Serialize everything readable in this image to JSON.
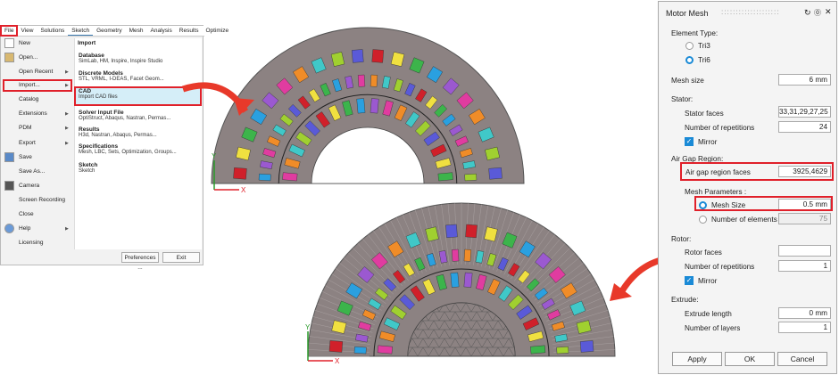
{
  "menu": {
    "tabs": [
      "File",
      "View",
      "Solutions",
      "Sketch",
      "Geometry",
      "Mesh",
      "Analysis",
      "Results",
      "Optimize"
    ],
    "items": [
      {
        "label": "New",
        "icon": "new-file-icon"
      },
      {
        "label": "Open...",
        "icon": "folder-icon"
      },
      {
        "label": "Open Recent",
        "sub": true
      },
      {
        "label": "Import...",
        "sub": true
      },
      {
        "label": "Catalog"
      },
      {
        "label": "Extensions",
        "sub": true
      },
      {
        "label": "PDM",
        "sub": true
      },
      {
        "label": "Export",
        "sub": true
      },
      {
        "label": "Save",
        "icon": "save-icon"
      },
      {
        "label": "Save As..."
      },
      {
        "label": "Camera",
        "icon": "camera-icon"
      },
      {
        "label": "Screen Recording"
      },
      {
        "label": "Close"
      },
      {
        "label": "Help",
        "sub": true,
        "icon": "help-icon"
      },
      {
        "label": "Licensing"
      }
    ],
    "submenu_title": "Import",
    "submenu": [
      {
        "title": "Database",
        "desc": "SimLab, HM, Inspire, Inspire Studio"
      },
      {
        "title": "Discrete Models",
        "desc": "STL, VRML, I-DEAS, Facet Geom..."
      },
      {
        "title": "CAD",
        "desc": "Import CAD files"
      },
      {
        "title": "Solver Input File",
        "desc": "OptiStruct, Abaqus, Nastran, Permas..."
      },
      {
        "title": "Results",
        "desc": "H3d, Nastran, Abaqus, Permas..."
      },
      {
        "title": "Specifications",
        "desc": "Mesh, LBC, Sets, Optimization, Groups..."
      },
      {
        "title": "Sketch",
        "desc": "Sketch"
      }
    ],
    "preferences": "Preferences ...",
    "exit": "Exit"
  },
  "axes": {
    "x": "X",
    "y": "Y"
  },
  "colors": {
    "highlight": "#e0202a",
    "accent": "#1a8ad6",
    "steel": "#8c8282",
    "slots": [
      "#d0202a",
      "#f0e040",
      "#3cb44b",
      "#2aa0e0",
      "#9b59d0",
      "#e03ca0",
      "#f08c28",
      "#40c8c8",
      "#a0d030",
      "#5a5ad8"
    ]
  },
  "panel": {
    "title": "Motor Mesh",
    "element_type_label": "Element Type:",
    "tri3": "Tri3",
    "tri6": "Tri6",
    "mesh_size_label": "Mesh size",
    "mesh_size": "6 mm",
    "stator_label": "Stator:",
    "stator_faces_label": "Stator faces",
    "stator_faces": "33,31,29,27,25",
    "stator_reps_label": "Number of repetitions",
    "stator_reps": "24",
    "mirror": "Mirror",
    "airgap_label": "Air Gap Region:",
    "airgap_faces_label": "Air gap region faces",
    "airgap_faces": "3925,4629",
    "mesh_params_label": "Mesh Parameters :",
    "mesh_size_opt": "Mesh Size",
    "mesh_size_val": "0.5 mm",
    "num_elements_opt": "Number of elements",
    "num_elements_val": "75",
    "rotor_label": "Rotor:",
    "rotor_faces_label": "Rotor faces",
    "rotor_faces": "",
    "rotor_reps_label": "Number of repetitions",
    "rotor_reps": "1",
    "rotor_mirror": "Mirror",
    "extrude_label": "Extrude:",
    "extrude_length_label": "Extrude length",
    "extrude_length": "0 mm",
    "layers_label": "Number of layers",
    "layers": "1",
    "apply": "Apply",
    "ok": "OK",
    "cancel": "Cancel"
  }
}
